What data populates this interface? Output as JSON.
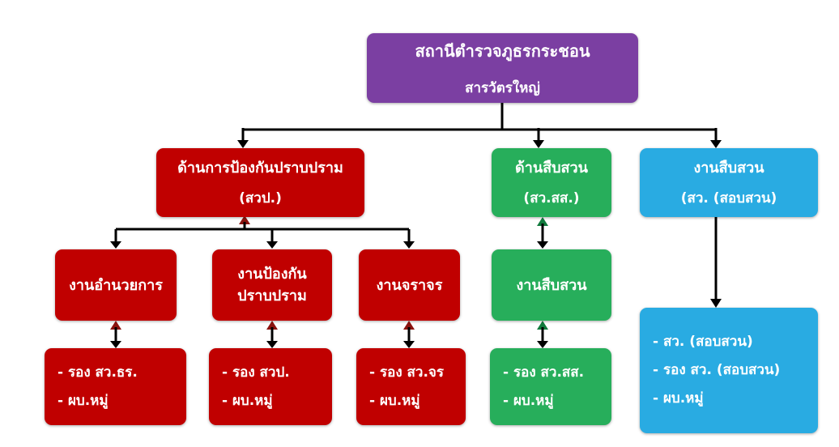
{
  "colors": {
    "root_purple": "#7b3fa2",
    "prevention_red": "#c00000",
    "investigation_green": "#27ae5b",
    "inquiry_cyan": "#29abe2",
    "connector_black": "#000000",
    "up_arrow_dark_red": "#8b1410",
    "up_arrow_dark_green": "#117a3d"
  },
  "root": {
    "title": "สถานีตำรวจภูธรกระชอน",
    "subtitle": "สารวัตรใหญ่"
  },
  "branches": {
    "prevention": {
      "title": "ด้านการป้องกันปราบปราม",
      "abbr": "(สวป.)"
    },
    "investigation": {
      "title": "ด้านสืบสวน",
      "abbr": "(สว.สส.)"
    },
    "inquiry": {
      "title": "งานสืบสวน",
      "abbr": "(สว. (สอบสวน)"
    }
  },
  "units": {
    "admin": {
      "title": "งานอำนวยการ"
    },
    "suppression": {
      "line1": "งานป้องกัน",
      "line2": "ปราบปราม"
    },
    "traffic": {
      "title": "งานจราจร"
    },
    "investigation": {
      "title": "งานสืบสวน"
    }
  },
  "staff": {
    "admin": [
      "- รอง สว.ธร.",
      "- ผบ.หมู่"
    ],
    "suppression": [
      "- รอง สวป.",
      "- ผบ.หมู่"
    ],
    "traffic": [
      "- รอง สว.จร",
      "- ผบ.หมู่"
    ],
    "investigation": [
      "- รอง สว.สส.",
      "- ผบ.หมู่"
    ],
    "inquiry": [
      "- สว. (สอบสวน)",
      "- รอง สว. (สอบสวน)",
      "- ผบ.หมู่"
    ]
  }
}
